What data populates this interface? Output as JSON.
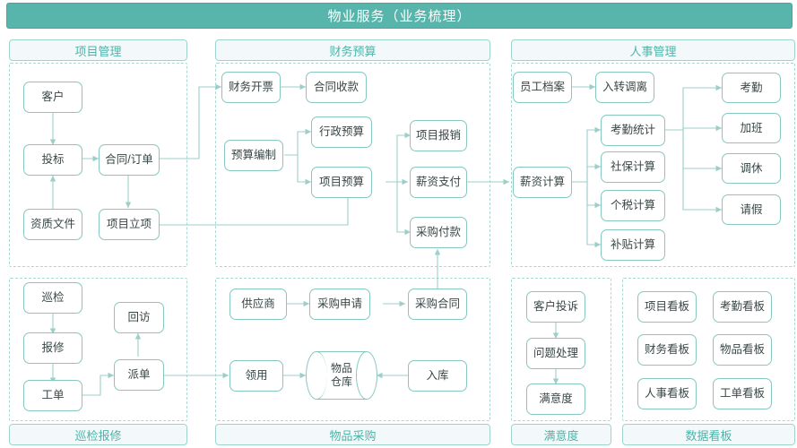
{
  "title": "物业服务（业务梳理）",
  "colors": {
    "title_bg": "#57b5ab",
    "node_border": "#86c7c0",
    "group_label_text": "#4fb3a9",
    "group_label_bg": "#f3f9fa",
    "panel_border": "#a9d8d3",
    "wire": "#9ccfc9",
    "text": "#394646"
  },
  "groups": [
    {
      "key": "project_management",
      "label": "项目管理",
      "label_position": "top"
    },
    {
      "key": "finance_budget",
      "label": "财务预算",
      "label_position": "top"
    },
    {
      "key": "hr_management",
      "label": "人事管理",
      "label_position": "top"
    },
    {
      "key": "inspection_repair",
      "label": "巡检报修",
      "label_position": "bottom"
    },
    {
      "key": "goods_purchase",
      "label": "物品采购",
      "label_position": "bottom"
    },
    {
      "key": "satisfaction",
      "label": "满意度",
      "label_position": "bottom"
    },
    {
      "key": "data_board",
      "label": "数据看板",
      "label_position": "bottom"
    }
  ],
  "nodes": {
    "customer": "客户",
    "bidding": "投标",
    "contract_order": "合同/订单",
    "qualification": "资质文件",
    "project_setup": "项目立项",
    "fin_invoice": "财务开票",
    "contract_receipt": "合同收款",
    "budget_make": "预算编制",
    "admin_budget": "行政预算",
    "project_budget": "项目预算",
    "project_reimb": "项目报销",
    "salary_pay": "薪资支付",
    "purchase_pay": "采购付款",
    "employee_file": "员工档案",
    "entry_transfer": "入转调离",
    "salary_calc": "薪资计算",
    "attendance_stat": "考勤统计",
    "social_insurance": "社保计算",
    "income_tax": "个税计算",
    "subsidy_calc": "补贴计算",
    "attendance": "考勤",
    "overtime": "加班",
    "time_off": "调休",
    "leave": "请假",
    "inspection": "巡检",
    "repair_report": "报修",
    "work_order": "工单",
    "dispatch": "派单",
    "revisit": "回访",
    "supplier": "供应商",
    "purchase_apply": "采购申请",
    "purchase_contract": "采购合同",
    "requisition": "领用",
    "warehouse_l1": "物品",
    "warehouse_l2": "仓库",
    "stock_in": "入库",
    "complaint": "客户投诉",
    "issue_handle": "问题处理",
    "satisfaction_nd": "满意度",
    "board_project": "项目看板",
    "board_attendance": "考勤看板",
    "board_finance": "财务看板",
    "board_goods": "物品看板",
    "board_hr": "人事看板",
    "board_workorder": "工单看板"
  },
  "flow_edges": [
    {
      "from": "customer",
      "to": "bidding"
    },
    {
      "from": "qualification",
      "to": "bidding"
    },
    {
      "from": "bidding",
      "to": "contract_order"
    },
    {
      "from": "contract_order",
      "to": "project_setup"
    },
    {
      "from": "contract_order",
      "to": "fin_invoice"
    },
    {
      "from": "fin_invoice",
      "to": "contract_receipt"
    },
    {
      "from": "budget_make",
      "to": "admin_budget"
    },
    {
      "from": "budget_make",
      "to": "project_budget"
    },
    {
      "from": "project_setup",
      "to": "project_budget"
    },
    {
      "from": "project_budget",
      "to": "project_reimb"
    },
    {
      "from": "project_budget",
      "to": "salary_pay"
    },
    {
      "from": "project_budget",
      "to": "purchase_pay"
    },
    {
      "from": "salary_pay",
      "to": "salary_calc"
    },
    {
      "from": "employee_file",
      "to": "entry_transfer"
    },
    {
      "from": "salary_calc",
      "to": "attendance_stat"
    },
    {
      "from": "salary_calc",
      "to": "social_insurance"
    },
    {
      "from": "salary_calc",
      "to": "income_tax"
    },
    {
      "from": "salary_calc",
      "to": "subsidy_calc"
    },
    {
      "from": "attendance_stat",
      "to": "attendance"
    },
    {
      "from": "attendance_stat",
      "to": "overtime"
    },
    {
      "from": "attendance_stat",
      "to": "time_off"
    },
    {
      "from": "attendance_stat",
      "to": "leave"
    },
    {
      "from": "inspection",
      "to": "repair_report"
    },
    {
      "from": "repair_report",
      "to": "work_order"
    },
    {
      "from": "work_order",
      "to": "dispatch"
    },
    {
      "from": "dispatch",
      "to": "revisit"
    },
    {
      "from": "dispatch",
      "to": "requisition"
    },
    {
      "from": "supplier",
      "to": "purchase_apply"
    },
    {
      "from": "purchase_apply",
      "to": "purchase_contract"
    },
    {
      "from": "purchase_contract",
      "to": "stock_in"
    },
    {
      "from": "purchase_contract",
      "to": "purchase_pay"
    },
    {
      "from": "stock_in",
      "to": "warehouse"
    },
    {
      "from": "requisition",
      "to": "warehouse"
    },
    {
      "from": "complaint",
      "to": "issue_handle"
    },
    {
      "from": "issue_handle",
      "to": "satisfaction_nd"
    }
  ]
}
